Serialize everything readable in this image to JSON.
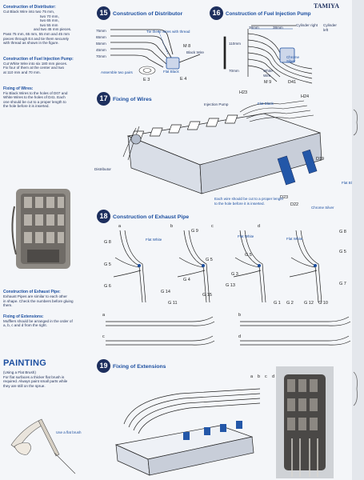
{
  "brand": "TAMIYA",
  "colors": {
    "accent": "#1c4fa0",
    "badge": "#1d2f5e",
    "paper": "#f4f6f9"
  },
  "left": {
    "distributor": {
      "heading": "Construction of Distributor:",
      "lines": [
        "Cut Black Wire into two 75 mm,",
        "two 70 mm,",
        "two 65 mm,",
        "two 55 mm",
        "and two 45 mm pieces.",
        "Pass 75 mm, 65 mm, 55 mm and 45 mm",
        "pieces through E4 and tie them securely",
        "with thread as shown in the figure."
      ]
    },
    "fuel": {
      "heading": "Construction of Fuel Injection Pump:",
      "lines": [
        "Cut White Wire into six 180 mm pieces.",
        "Fix four of them at the center and two",
        "at 110 mm and 70 mm."
      ]
    },
    "wires": {
      "heading": "Fixing of Wires:",
      "lines": [
        "Fix Black Wires to the holes of D07 and",
        "White Wires to the holes of D41. Each",
        "one should be cut to a proper length to",
        "the hole before it is inserted."
      ]
    },
    "exhaust": {
      "heading": "Construction of Exhaust Pipe:",
      "lines": [
        "Exhaust Pipes are similar to each other",
        "in shape. Check the numbers before gluing",
        "them."
      ]
    },
    "extensions": {
      "heading": "Fixing of Extensions:",
      "lines": [
        "Mufflers should be arranged in the order of",
        "a, b, c and d from the right."
      ]
    },
    "painting": {
      "title": "PAINTING",
      "subtitle": "(Using a Flat Brush)",
      "lines": [
        "For flat surfaces a thicker flat brush is",
        "required. Always paint small parts while",
        "they are still on the sprue."
      ],
      "caption": "Use a flat brush"
    }
  },
  "steps": {
    "s15": {
      "num": "15",
      "title": "Construction of Distributor"
    },
    "s16": {
      "num": "16",
      "title": "Construction of Fuel Injection Pump"
    },
    "s17": {
      "num": "17",
      "title": "Fixing of Wires"
    },
    "s18": {
      "num": "18",
      "title": "Construction of Exhaust Pipe"
    },
    "s19": {
      "num": "19",
      "title": "Fixing of Extensions"
    }
  },
  "d15": {
    "lengths": [
      "75mm",
      "65mm",
      "55mm",
      "45mm",
      "70mm"
    ],
    "thread_note": "Tie these wires with thread",
    "m8": "M 8",
    "black_wire": "Black Wire",
    "assemble": "Assemble two pairs",
    "flat_black": "Flat Black",
    "e3": "E 3",
    "e4": "E 4"
  },
  "d16": {
    "dims": [
      "38mm",
      "38mm"
    ],
    "cyl_right": "Cylinder right",
    "cyl_left": "Cylinder left",
    "d110": "110mm",
    "d70": "70mm",
    "white_wire": "White Wire",
    "m9": "M 9",
    "d41": "D41",
    "chrome": "Chrome Silver"
  },
  "d17": {
    "h23": "H23",
    "h24": "H24",
    "flat_black": "Flat Black",
    "injection": "Injection Pump",
    "distributor": "Distributor",
    "d19": "D19",
    "flat_black2": "Flat Black",
    "d23": "D23",
    "d22": "D22",
    "chrome": "Chrome Silver",
    "note": "Each wire should be cut to a proper length to the hole before it is inserted."
  },
  "d18": {
    "letters": [
      "a",
      "b",
      "c",
      "d"
    ],
    "parts": [
      "G 9",
      "G 8",
      "G 8",
      "G 5",
      "G 5",
      "G 5",
      "G 5",
      "G 6",
      "G 4",
      "G 14",
      "G 3",
      "G 13",
      "G 15",
      "G 7",
      "G 11",
      "G 1",
      "G 2",
      "G 12",
      "G 10"
    ],
    "flat_white": "Flat White"
  },
  "d19": {
    "letters": [
      "a",
      "b",
      "c",
      "d"
    ]
  }
}
